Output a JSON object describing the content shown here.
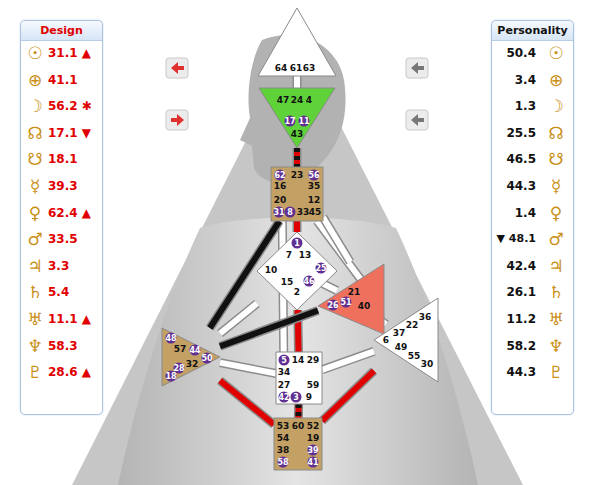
{
  "diagram": {
    "nodes": [
      {
        "text": [
          "Design",
          "☉",
          "31.1 ▲",
          "⊕",
          "41.1",
          "☽",
          "56.2 ✱",
          "☊",
          "17.1 ▼",
          "☋",
          "18.1",
          "☿",
          "39.3",
          "♀",
          "62.4 ▲",
          "♂",
          "33.5",
          "♃",
          "3.3",
          "♄",
          "5.4",
          "♅",
          "11.1 ▲",
          "♆",
          "58.3",
          "♇",
          "28.6 ▲"
        ]
      },
      {
        "text": [
          "Personality",
          "50.4",
          "☉",
          "3.4",
          "⊕",
          "1.3",
          "☽",
          "25.5",
          "☊",
          "46.5",
          "☋",
          "44.3",
          "☿",
          "1.4",
          "♀",
          "▼ 48.1",
          "♂",
          "42.4",
          "♃",
          "26.1",
          "♄",
          "11.2",
          "♅",
          "58.2",
          "♆",
          "44.3",
          "♇"
        ]
      },
      {
        "text": [
          "64",
          "61",
          "63"
        ]
      },
      {
        "text": [
          "47",
          "24",
          "4",
          "17",
          "11",
          "43"
        ]
      },
      {
        "text": [
          "62",
          "23",
          "56",
          "16",
          "35",
          "20",
          "12",
          "31",
          "8",
          "33",
          "45"
        ]
      },
      {
        "text": [
          "1",
          "7",
          "13",
          "10",
          "25",
          "15",
          "2",
          "46"
        ]
      },
      {
        "text": [
          "21",
          "51",
          "26",
          "40"
        ]
      },
      {
        "text": [
          "48",
          "57",
          "44",
          "50",
          "32",
          "28",
          "18"
        ]
      },
      {
        "text": [
          "5",
          "14",
          "29",
          "34",
          "27",
          "59",
          "42",
          "3",
          "9"
        ]
      },
      {
        "text": [
          "36",
          "22",
          "37",
          "6",
          "49",
          "55",
          "30"
        ]
      },
      {
        "text": [
          "53",
          "60",
          "52",
          "54",
          "19",
          "38",
          "39",
          "58",
          "41"
        ]
      }
    ],
    "edges": [
      {
        "from": 2,
        "to": 3,
        "arrow": "none"
      },
      {
        "from": 3,
        "to": 4,
        "arrow": "none"
      },
      {
        "from": 4,
        "to": 5,
        "arrow": "none"
      },
      {
        "from": 4,
        "to": 7,
        "arrow": "none"
      },
      {
        "from": 4,
        "to": 9,
        "arrow": "none"
      },
      {
        "from": 4,
        "to": 8,
        "arrow": "none"
      },
      {
        "from": 5,
        "to": 6,
        "arrow": "none"
      },
      {
        "from": 5,
        "to": 8,
        "arrow": "none"
      },
      {
        "from": 5,
        "to": 7,
        "arrow": "none"
      },
      {
        "from": 6,
        "to": 7,
        "arrow": "none"
      },
      {
        "from": 6,
        "to": 9,
        "arrow": "none"
      },
      {
        "from": 7,
        "to": 8,
        "arrow": "none"
      },
      {
        "from": 7,
        "to": 10,
        "arrow": "none"
      },
      {
        "from": 8,
        "to": 10,
        "arrow": "none"
      },
      {
        "from": 8,
        "to": 9,
        "arrow": "none"
      },
      {
        "from": 10,
        "to": 9,
        "arrow": "none"
      },
      {
        "from": 4,
        "to": 6,
        "arrow": "none"
      }
    ]
  }
}
